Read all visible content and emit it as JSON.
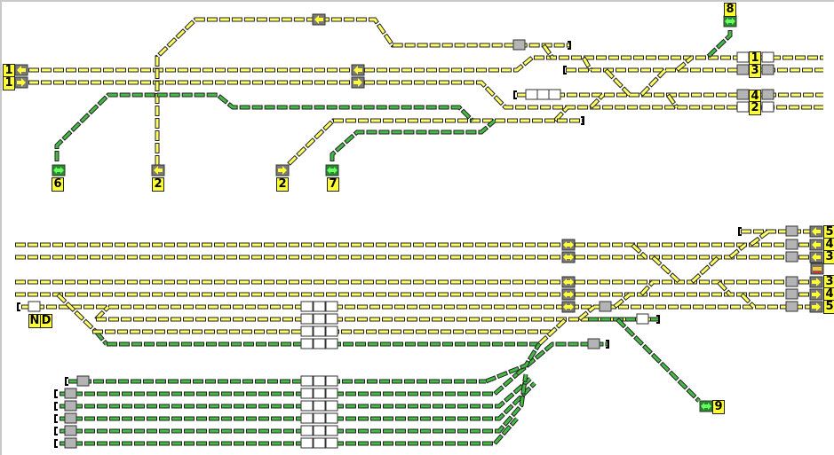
{
  "colors": {
    "free": "#ffff66",
    "route_set": "#44bb44",
    "outline": "#222222",
    "signal_body": "#7a7a7a",
    "occupied_box": "#b4b4b4",
    "label_bg": "#ffff33"
  },
  "top_section": {
    "left_signals": [
      {
        "label": "1",
        "direction": "left"
      },
      {
        "label": "1",
        "direction": "right"
      }
    ],
    "bottom_entries": [
      {
        "label": "6",
        "type": "shunt-green"
      },
      {
        "label": "2",
        "type": "arrow-left"
      },
      {
        "label": "2",
        "type": "arrow-right"
      },
      {
        "label": "7",
        "type": "shunt-green"
      }
    ],
    "top_entry": {
      "label": "8",
      "type": "shunt-green"
    },
    "platform_labels": [
      "1",
      "3",
      "4",
      "2"
    ]
  },
  "bottom_section": {
    "right_signals": [
      {
        "label": "5",
        "direction": "left"
      },
      {
        "label": "4",
        "direction": "left"
      },
      {
        "label": "3",
        "direction": "left"
      },
      {
        "label": "3",
        "direction": "right"
      },
      {
        "label": "4",
        "direction": "right"
      },
      {
        "label": "5",
        "direction": "right"
      }
    ],
    "nd_labels": [
      "N",
      "D"
    ],
    "exit_9": {
      "label": "9",
      "type": "shunt-green"
    }
  }
}
